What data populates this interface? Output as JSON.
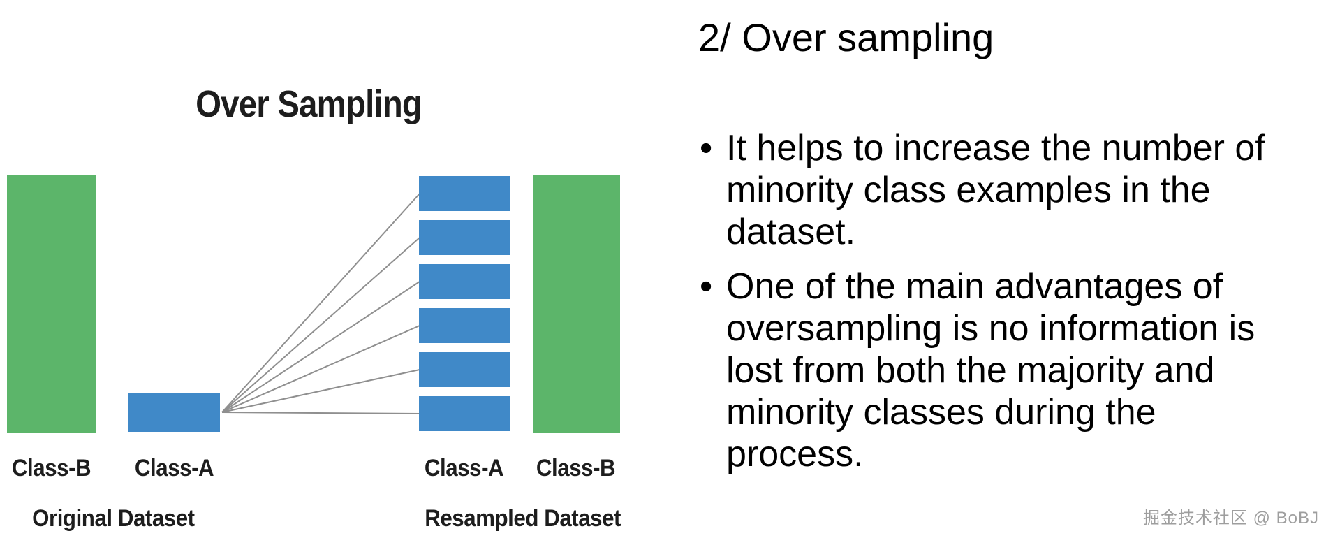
{
  "slide": {
    "diagram": {
      "title": "Over Sampling",
      "resampled_copies": 6,
      "groups": [
        {
          "name": "Original Dataset",
          "bars": [
            {
              "label": "Class-B",
              "role": "majority",
              "color": "green",
              "relative_height": "tall"
            },
            {
              "label": "Class-A",
              "role": "minority",
              "color": "blue",
              "relative_height": "short"
            }
          ]
        },
        {
          "name": "Resampled Dataset",
          "bars": [
            {
              "label": "Class-A",
              "role": "minority-oversampled",
              "color": "blue",
              "copies": 6
            },
            {
              "label": "Class-B",
              "role": "majority",
              "color": "green",
              "relative_height": "tall"
            }
          ]
        }
      ],
      "labels": {
        "original_class_b": "Class-B",
        "original_class_a": "Class-A",
        "resampled_class_a": "Class-A",
        "resampled_class_b": "Class-B",
        "original_dataset": "Original Dataset",
        "resampled_dataset": "Resampled Dataset"
      }
    },
    "text_panel": {
      "heading": "2/ Over sampling",
      "bullet_char": "•",
      "bullets": [
        {
          "lines": [
            "It helps to increase the number of",
            "minority class examples in the",
            "dataset."
          ]
        },
        {
          "lines": [
            "One of the main advantages of",
            "oversampling is no information is",
            "lost from both the majority and",
            "minority classes during the",
            "process."
          ]
        }
      ]
    },
    "watermark": "掘金技术社区 @ BoBJ",
    "colors": {
      "majority_green": "#5cb56a",
      "minority_blue": "#4089c8",
      "line_gray": "#8f8f8f",
      "diagram_text": "#1d1d1d",
      "body_text": "#000000",
      "watermark_gray": "#9e9e9e",
      "background": "#ffffff"
    }
  }
}
